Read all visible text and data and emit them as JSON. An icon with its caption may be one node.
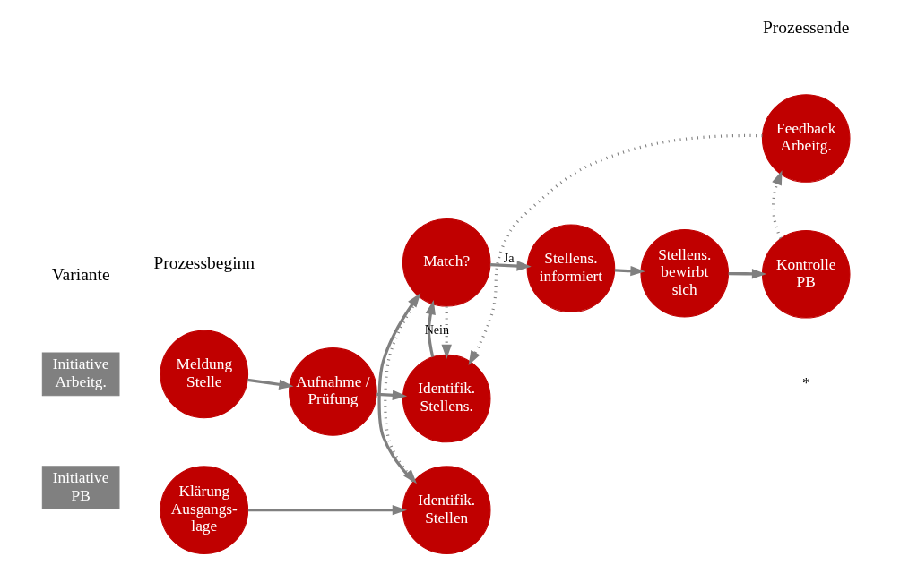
{
  "diagram": {
    "nodes": [
      {
        "text": [
          "Initiative Arbeitg."
        ]
      },
      {
        "text": [
          "Initiative PB"
        ]
      },
      {
        "text": [
          "Meldung Stelle"
        ]
      },
      {
        "text": [
          "Aufnahme / Prüfung"
        ]
      },
      {
        "text": [
          "Identifik. Stellens."
        ]
      },
      {
        "text": [
          "Feedback Arbeitg."
        ]
      },
      {
        "text": [
          "Match?"
        ]
      },
      {
        "text": [
          "Stellens. informiert"
        ]
      },
      {
        "text": [
          "Stellens. bewirbt sich"
        ]
      },
      {
        "text": [
          "Kontrolle PB"
        ],
        "beside": [
          "*"
        ]
      },
      {
        "text": [
          "Klärung Ausgangs- lage"
        ]
      },
      {
        "text": [
          "Identifik. Stellen"
        ]
      }
    ],
    "edges": [
      {
        "from": 2,
        "to": 3,
        "arrow": "to"
      },
      {
        "from": 3,
        "to": 4,
        "arrow": "to"
      },
      {
        "from": 4,
        "to": 6,
        "arrow": "to"
      },
      {
        "from": 6,
        "to": 7,
        "arrow": "to",
        "label": "Ja"
      },
      {
        "from": 7,
        "to": 8,
        "arrow": "to"
      },
      {
        "from": 8,
        "to": 9,
        "arrow": "to"
      },
      {
        "from": 9,
        "to": 5,
        "arrow": "to",
        "style": "dashed"
      },
      {
        "from": 5,
        "to": 4,
        "arrow": "to",
        "style": "dashed"
      },
      {
        "from": 6,
        "to": 4,
        "arrow": "to",
        "style": "dashed",
        "label": "Nein"
      },
      {
        "from": 6,
        "to": 11,
        "arrow": "to",
        "style": "dashed"
      },
      {
        "from": 10,
        "to": 11,
        "arrow": "to"
      },
      {
        "from": 11,
        "to": 6,
        "arrow": "to"
      }
    ],
    "labels": [
      "Variante",
      "Prozessbeginn",
      "Prozessende"
    ]
  }
}
